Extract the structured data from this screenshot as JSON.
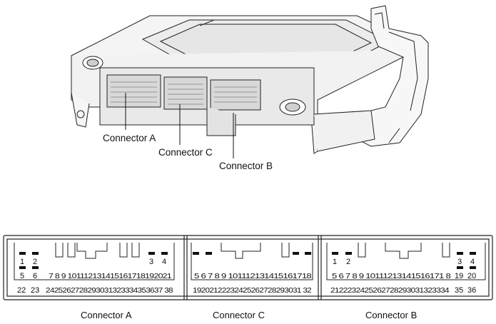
{
  "callouts": {
    "connector_a": "Connector A",
    "connector_c": "Connector C",
    "connector_b": "Connector B"
  },
  "connectors": [
    {
      "name": "Connector A",
      "top_row": [
        "1",
        "2",
        "3",
        "4"
      ],
      "mid_left": [
        "5",
        "6"
      ],
      "mid_center": "7 8 9 101112131415161718192021",
      "bottom_left": [
        "22",
        "23"
      ],
      "bottom_center": "2425262728293031323334353637 38"
    },
    {
      "name": "Connector C",
      "mid_center": "5 6 7 8 9 101112131415161718",
      "bottom_center": "19202122232425262728293031 32"
    },
    {
      "name": "Connector B",
      "top_left": [
        "1",
        "2"
      ],
      "top_right": [
        "3",
        "4"
      ],
      "mid_center": "5 6 7 8 9 10111213141516171 8",
      "mid_right": [
        "19",
        "20"
      ],
      "bottom_center": "2122232425262728293031323334",
      "bottom_right": [
        "35",
        "36"
      ]
    }
  ]
}
